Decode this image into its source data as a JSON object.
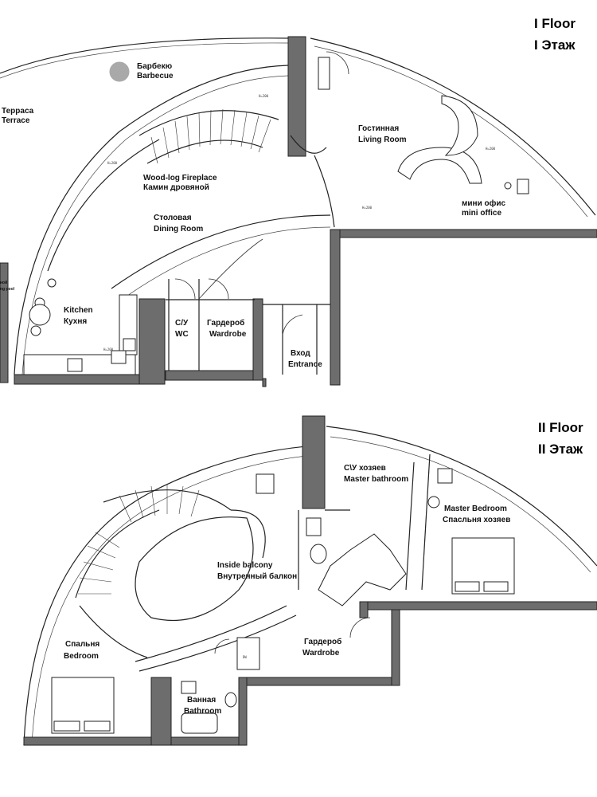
{
  "floor1": {
    "title_en": "I Floor",
    "title_ru": "I Этаж",
    "rooms": [
      {
        "id": "barbecue",
        "ru": "Барбекю",
        "en": "Barbecue"
      },
      {
        "id": "terrace",
        "ru": "Терраса",
        "en": "Terrace"
      },
      {
        "id": "fireplace",
        "en": "Wood-log Fireplace",
        "ru": "Камин дровяной"
      },
      {
        "id": "living",
        "ru": "Гостинная",
        "en": "Living Room"
      },
      {
        "id": "dining",
        "ru": "Столовая",
        "en": "Dining Room"
      },
      {
        "id": "office",
        "ru": "мини офис",
        "en": "mini office"
      },
      {
        "id": "kitchen",
        "en": "Kitchen",
        "ru": "Кухня"
      },
      {
        "id": "wc",
        "ru": "С/У",
        "en": "WC"
      },
      {
        "id": "wardrobe1",
        "ru": "Гардероб",
        "en": "Wardrobe"
      },
      {
        "id": "entrance",
        "ru": "Вход",
        "en": "Entrance"
      }
    ],
    "pool_cut": [
      "ной",
      "ng pool"
    ]
  },
  "floor2": {
    "title_en": "II Floor",
    "title_ru": "II Этаж",
    "rooms": [
      {
        "id": "masterbath",
        "ru": "С\\У хозяев",
        "en": "Master bathroom"
      },
      {
        "id": "masterbed",
        "en": "Master Bedroom",
        "ru": "Спасльня хозяев"
      },
      {
        "id": "balcony",
        "en": "Inside balcony",
        "ru": "Внутренный балкон"
      },
      {
        "id": "bedroom",
        "ru": "Спальня",
        "en": "Bedroom"
      },
      {
        "id": "wardrobe2",
        "ru": "Гардероб",
        "en": "Wardrobe"
      },
      {
        "id": "bathroom",
        "ru": "Ванная",
        "en": "Bathroom"
      }
    ],
    "dw_label": "DW"
  },
  "dimension_note": "H=200"
}
